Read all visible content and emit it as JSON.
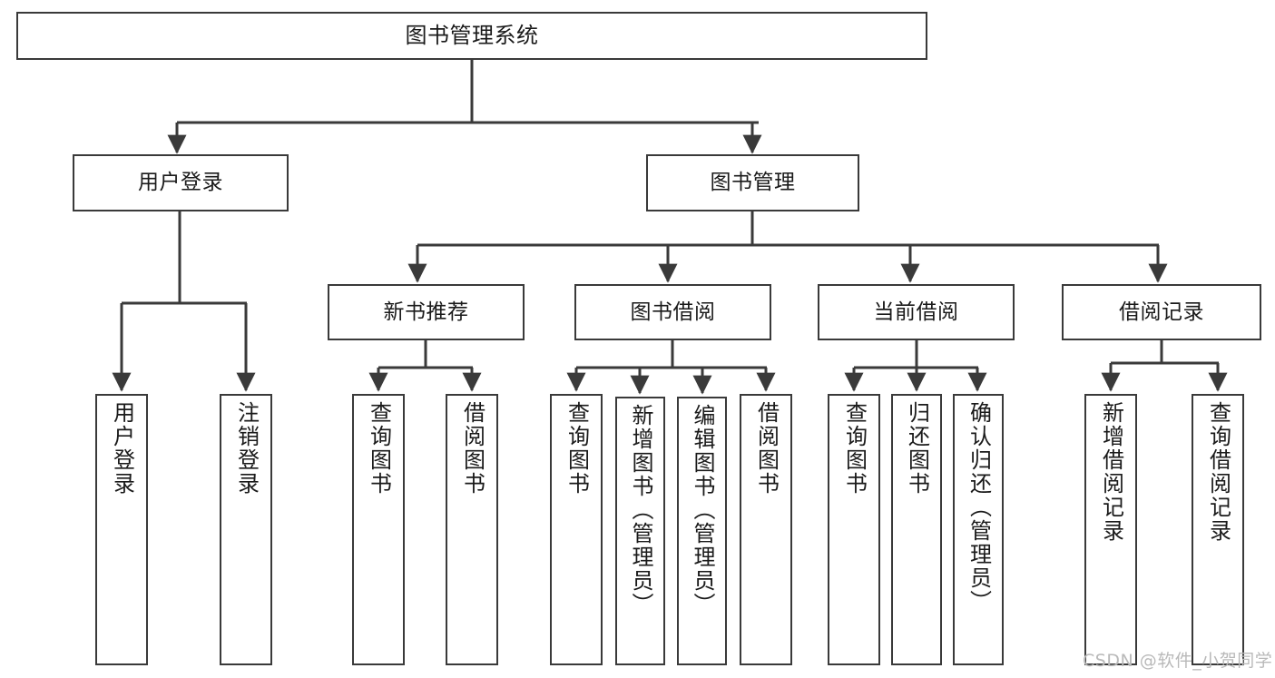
{
  "diagram": {
    "type": "tree-hierarchy",
    "title": "图书管理系统",
    "root": {
      "label": "图书管理系统"
    },
    "level2": [
      {
        "id": "user-login",
        "label": "用户登录"
      },
      {
        "id": "book-manage",
        "label": "图书管理"
      }
    ],
    "level3": [
      {
        "id": "new-book-recommend",
        "label": "新书推荐",
        "parent": "book-manage"
      },
      {
        "id": "book-borrow",
        "label": "图书借阅",
        "parent": "book-manage"
      },
      {
        "id": "current-borrow",
        "label": "当前借阅",
        "parent": "book-manage"
      },
      {
        "id": "borrow-record",
        "label": "借阅记录",
        "parent": "book-manage"
      }
    ],
    "leaves": [
      {
        "id": "leaf-user-login",
        "label": "用户登录",
        "parent": "user-login"
      },
      {
        "id": "leaf-user-logout",
        "label": "注销登录",
        "parent": "user-login"
      },
      {
        "id": "leaf-query-book-1",
        "label": "查询图书",
        "parent": "new-book-recommend"
      },
      {
        "id": "leaf-borrow-book-1",
        "label": "借阅图书",
        "parent": "new-book-recommend"
      },
      {
        "id": "leaf-query-book-2",
        "label": "查询图书",
        "parent": "book-borrow"
      },
      {
        "id": "leaf-add-book",
        "label": "新增图书（管理员）",
        "parent": "book-borrow"
      },
      {
        "id": "leaf-edit-book",
        "label": "编辑图书（管理员）",
        "parent": "book-borrow"
      },
      {
        "id": "leaf-borrow-book-2",
        "label": "借阅图书",
        "parent": "book-borrow"
      },
      {
        "id": "leaf-query-book-3",
        "label": "查询图书",
        "parent": "current-borrow"
      },
      {
        "id": "leaf-return-book",
        "label": "归还图书",
        "parent": "current-borrow"
      },
      {
        "id": "leaf-confirm-return",
        "label": "确认归还（管理员）",
        "parent": "current-borrow"
      },
      {
        "id": "leaf-add-record",
        "label": "新增借阅记录",
        "parent": "borrow-record"
      },
      {
        "id": "leaf-query-record",
        "label": "查询借阅记录",
        "parent": "borrow-record"
      }
    ],
    "colors": {
      "border": "#3a3a3a",
      "fill": "#ffffff",
      "text": "#1a1a1a",
      "edge": "#3a3a3a",
      "watermark": "#b9b9b9"
    }
  },
  "watermark": {
    "text": "CSDN @软件_小贺同学"
  }
}
